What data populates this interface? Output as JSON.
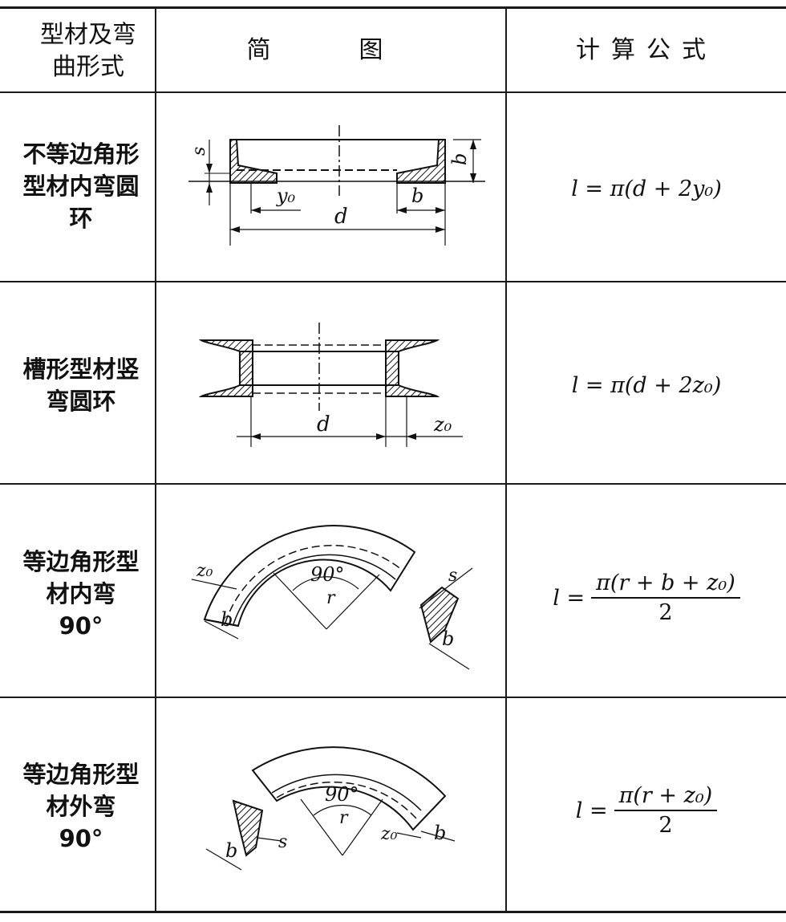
{
  "headers": {
    "col1": "型材及弯曲形式",
    "col2": "简　图",
    "col3": "计算公式"
  },
  "rows": [
    {
      "name": "不等边角形型材内弯圆环",
      "formula": "l = π(d + 2y₀)",
      "diagram_labels": [
        "s",
        "b",
        "y₀",
        "b",
        "d"
      ]
    },
    {
      "name": "槽形型材竖弯圆环",
      "formula": "l = π(d + 2z₀)",
      "diagram_labels": [
        "d",
        "z₀"
      ]
    },
    {
      "name": "等边角形型材内弯 90°",
      "formula_lhs": "l =",
      "formula_num": "π(r + b + z₀)",
      "formula_den": "2",
      "diagram_labels": [
        "z₀",
        "b",
        "90°",
        "r",
        "s",
        "b"
      ]
    },
    {
      "name": "等边角形型材外弯 90°",
      "formula_lhs": "l =",
      "formula_num": "π(r + z₀)",
      "formula_den": "2",
      "diagram_labels": [
        "90°",
        "r",
        "z₀",
        "b",
        "b",
        "s"
      ]
    }
  ]
}
